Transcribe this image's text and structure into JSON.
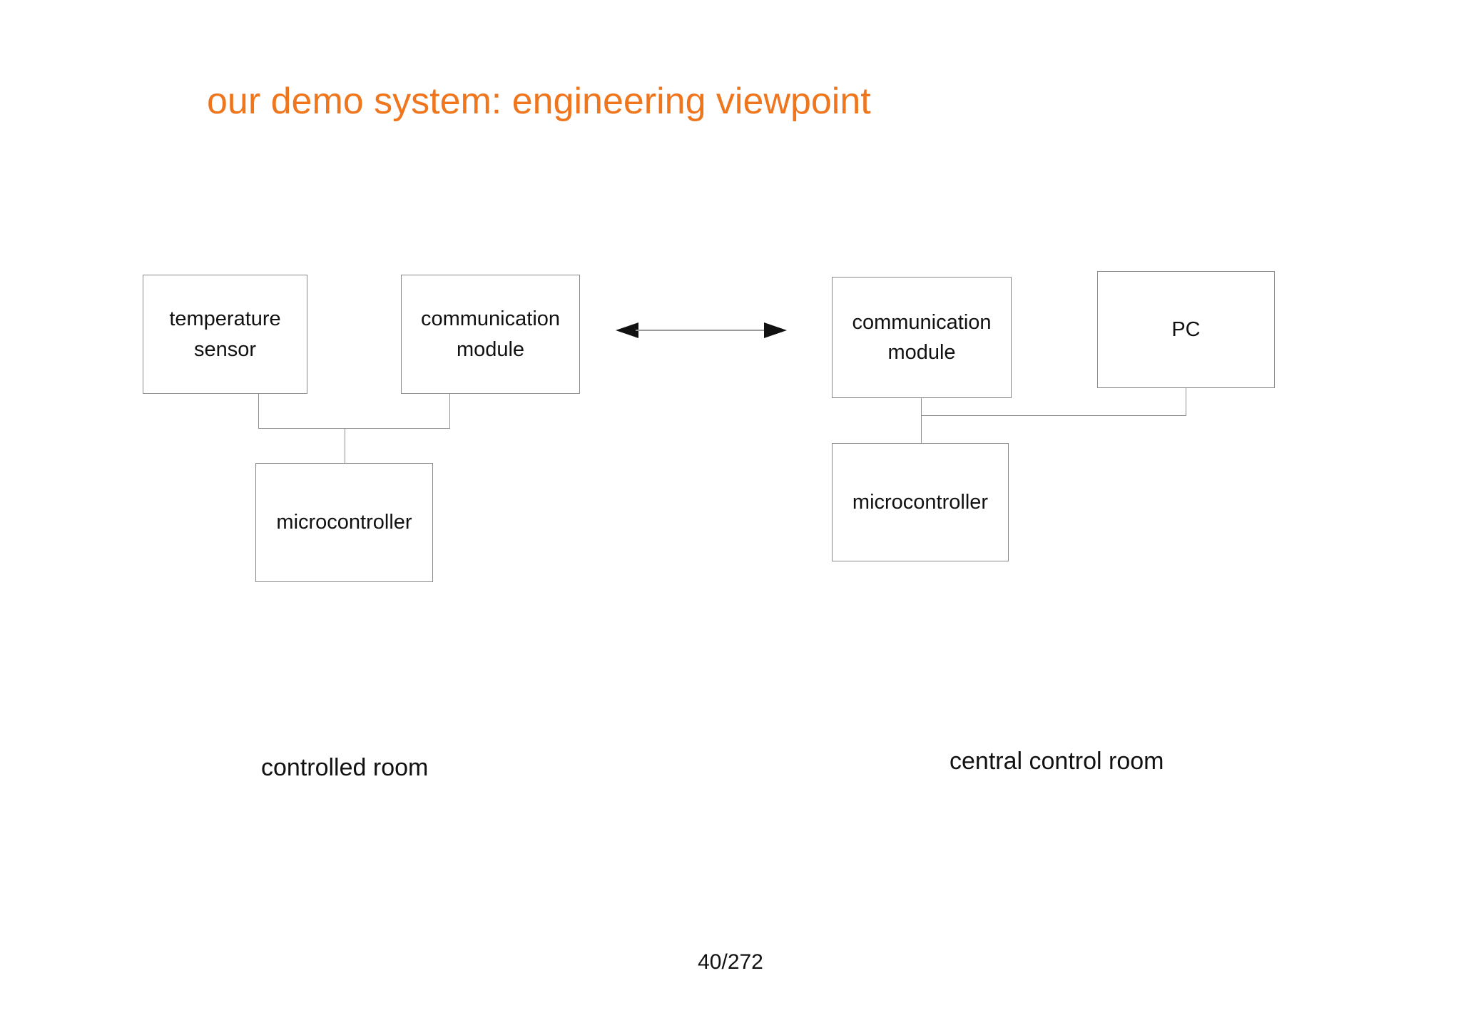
{
  "title": "our demo system: engineering viewpoint",
  "colors": {
    "title": "#F0761E",
    "box_border": "#8A8A8A",
    "connector": "#8F8F8F",
    "arrow_shaft": "#999999",
    "arrow_head": "#111111",
    "text": "#111111",
    "background": "#FFFFFF"
  },
  "diagram": {
    "boxes": {
      "temperature_sensor": {
        "label": "temperature sensor"
      },
      "communication_module_left": {
        "label": "communication module"
      },
      "communication_module_right": {
        "label": "communication module"
      },
      "pc": {
        "label": "PC"
      },
      "microcontroller_left": {
        "label": "microcontroller"
      },
      "microcontroller_right": {
        "label": "microcontroller"
      }
    },
    "link": {
      "type": "bidirectional-arrow"
    },
    "regions": {
      "left": "controlled room",
      "right": "central control room"
    }
  },
  "footer": {
    "page_indicator": "40/272"
  }
}
